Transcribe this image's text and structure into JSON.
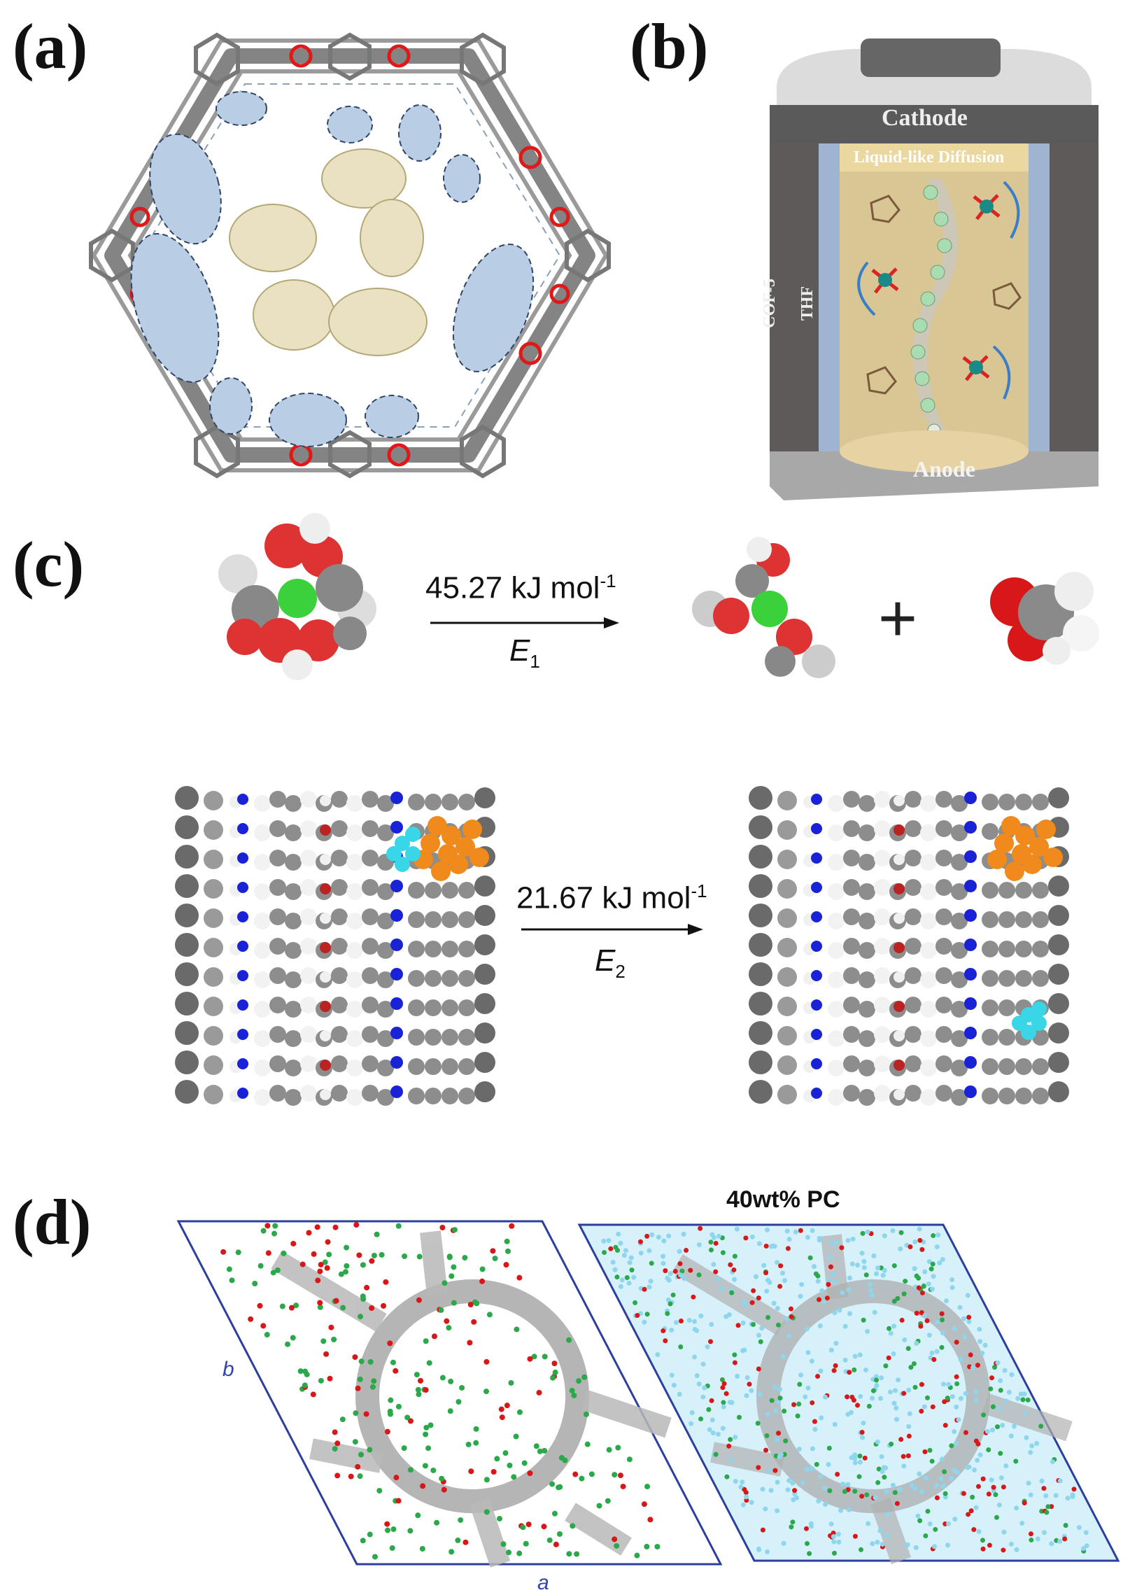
{
  "panels": {
    "a": {
      "label": "(a)"
    },
    "b": {
      "label": "(b)",
      "cathode": "Cathode",
      "anode": "Anode",
      "diffusion": "Liquid-like Diffusion",
      "cof": "COF-5",
      "thf": "THF"
    },
    "c": {
      "label": "(c)",
      "reaction1": {
        "energy": "45.27 kJ mol",
        "energy_sup": "-1",
        "symbol": "E",
        "symbol_sub": "1"
      },
      "plus": "+",
      "reaction2": {
        "energy": "21.67 kJ mol",
        "energy_sup": "-1",
        "symbol": "E",
        "symbol_sub": "2"
      }
    },
    "d": {
      "label": "(d)",
      "right_title": "40wt% PC",
      "axis_a": "a",
      "axis_b": "b"
    }
  },
  "colors": {
    "bond_gray": "#6e6e6e",
    "oxygen_red": "#e01818",
    "boron_green": "#3ad13a",
    "ellipse_blue": "#b9cde4",
    "ellipse_tan": "#e6dcb8",
    "cell_blue": "#2b3f9e",
    "cyan": "#38d6e6",
    "orange": "#f08a1c",
    "nitrogen_blue": "#1a22d8"
  }
}
